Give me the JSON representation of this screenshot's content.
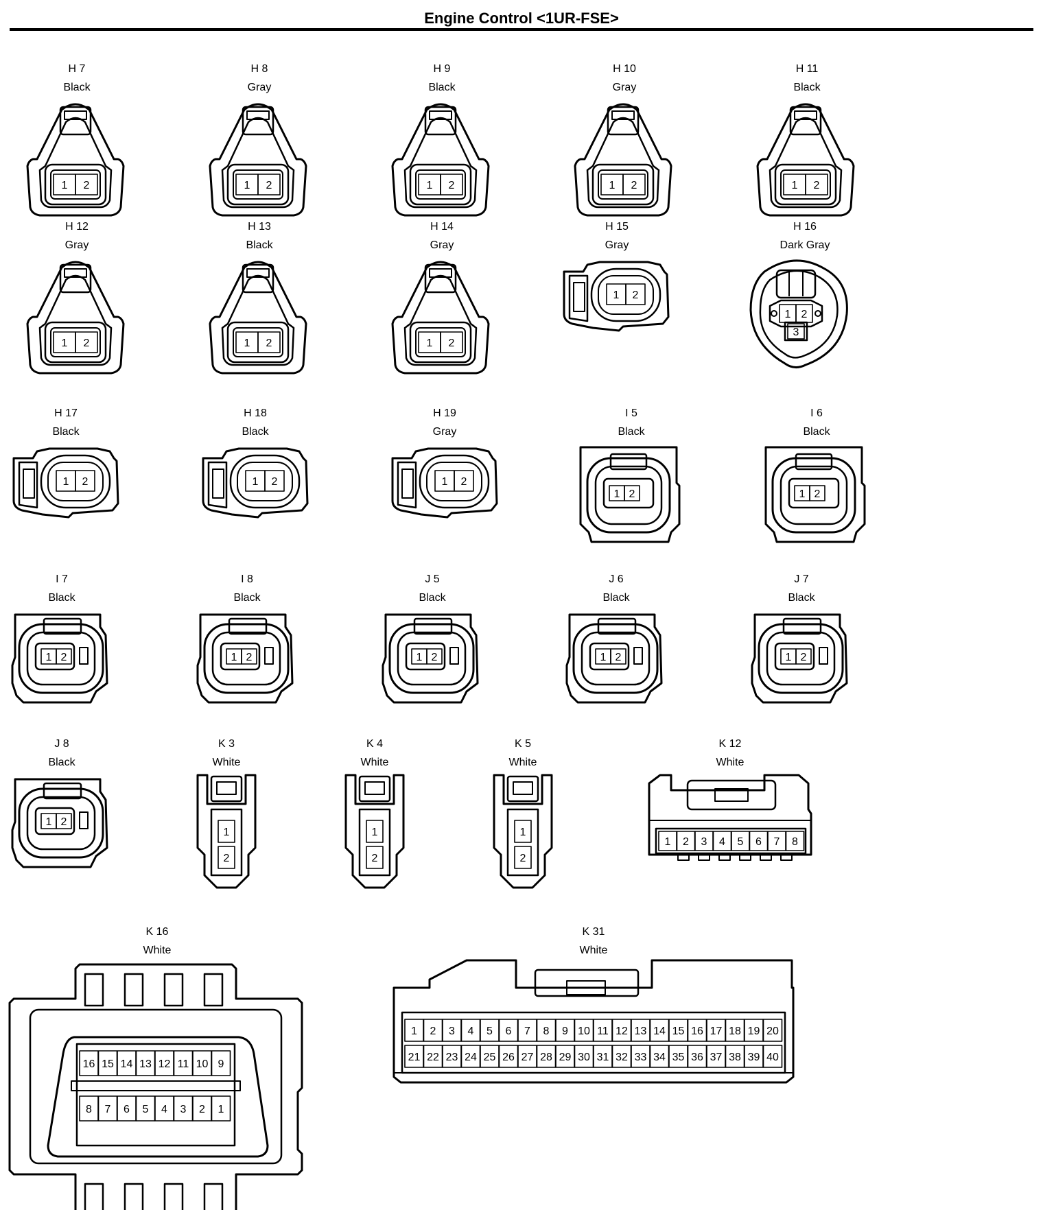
{
  "title": "Engine Control <1UR-FSE>",
  "colors": {
    "line": "#000000",
    "background": "#ffffff"
  },
  "connectors": [
    {
      "id": "H 7",
      "color": "Black",
      "style": "tri2",
      "pins": [
        "1",
        "2"
      ]
    },
    {
      "id": "H 8",
      "color": "Gray",
      "style": "tri2",
      "pins": [
        "1",
        "2"
      ]
    },
    {
      "id": "H 9",
      "color": "Black",
      "style": "tri2",
      "pins": [
        "1",
        "2"
      ]
    },
    {
      "id": "H 10",
      "color": "Gray",
      "style": "tri2",
      "pins": [
        "1",
        "2"
      ]
    },
    {
      "id": "H 11",
      "color": "Black",
      "style": "tri2",
      "pins": [
        "1",
        "2"
      ]
    },
    {
      "id": "H 12",
      "color": "Gray",
      "style": "tri2",
      "pins": [
        "1",
        "2"
      ]
    },
    {
      "id": "H 13",
      "color": "Black",
      "style": "tri2",
      "pins": [
        "1",
        "2"
      ]
    },
    {
      "id": "H 14",
      "color": "Gray",
      "style": "tri2",
      "pins": [
        "1",
        "2"
      ]
    },
    {
      "id": "H 15",
      "color": "Gray",
      "style": "side2",
      "pins": [
        "1",
        "2"
      ]
    },
    {
      "id": "H 16",
      "color": "Dark Gray",
      "style": "round3",
      "pins": [
        "1",
        "2",
        "3"
      ]
    },
    {
      "id": "H 17",
      "color": "Black",
      "style": "side2",
      "pins": [
        "1",
        "2"
      ]
    },
    {
      "id": "H 18",
      "color": "Black",
      "style": "side2",
      "pins": [
        "1",
        "2"
      ]
    },
    {
      "id": "H 19",
      "color": "Gray",
      "style": "side2",
      "pins": [
        "1",
        "2"
      ]
    },
    {
      "id": "I 5",
      "color": "Black",
      "style": "sq2a",
      "pins": [
        "1",
        "2"
      ]
    },
    {
      "id": "I 6",
      "color": "Black",
      "style": "sq2a",
      "pins": [
        "1",
        "2"
      ]
    },
    {
      "id": "I 7",
      "color": "Black",
      "style": "sq2b",
      "pins": [
        "1",
        "2"
      ]
    },
    {
      "id": "I 8",
      "color": "Black",
      "style": "sq2b",
      "pins": [
        "1",
        "2"
      ]
    },
    {
      "id": "J 5",
      "color": "Black",
      "style": "sq2b",
      "pins": [
        "1",
        "2"
      ]
    },
    {
      "id": "J 6",
      "color": "Black",
      "style": "sq2b",
      "pins": [
        "1",
        "2"
      ]
    },
    {
      "id": "J 7",
      "color": "Black",
      "style": "sq2b",
      "pins": [
        "1",
        "2"
      ]
    },
    {
      "id": "J 8",
      "color": "Black",
      "style": "sq2b",
      "pins": [
        "1",
        "2"
      ]
    },
    {
      "id": "K 3",
      "color": "White",
      "style": "vert2",
      "pins": [
        "1",
        "2"
      ]
    },
    {
      "id": "K 4",
      "color": "White",
      "style": "vert2",
      "pins": [
        "1",
        "2"
      ]
    },
    {
      "id": "K 5",
      "color": "White",
      "style": "vert2",
      "pins": [
        "1",
        "2"
      ]
    },
    {
      "id": "K 12",
      "color": "White",
      "style": "row8",
      "pins": [
        "1",
        "2",
        "3",
        "4",
        "5",
        "6",
        "7",
        "8"
      ]
    },
    {
      "id": "K 16",
      "color": "White",
      "style": "big16",
      "pins": [
        "16",
        "15",
        "14",
        "13",
        "12",
        "11",
        "10",
        "9",
        "8",
        "7",
        "6",
        "5",
        "4",
        "3",
        "2",
        "1"
      ]
    },
    {
      "id": "K 31",
      "color": "White",
      "style": "big40",
      "pins": [
        "1",
        "2",
        "3",
        "4",
        "5",
        "6",
        "7",
        "8",
        "9",
        "10",
        "11",
        "12",
        "13",
        "14",
        "15",
        "16",
        "17",
        "18",
        "19",
        "20",
        "21",
        "22",
        "23",
        "24",
        "25",
        "26",
        "27",
        "28",
        "29",
        "30",
        "31",
        "32",
        "33",
        "34",
        "35",
        "36",
        "37",
        "38",
        "39",
        "40"
      ]
    }
  ]
}
